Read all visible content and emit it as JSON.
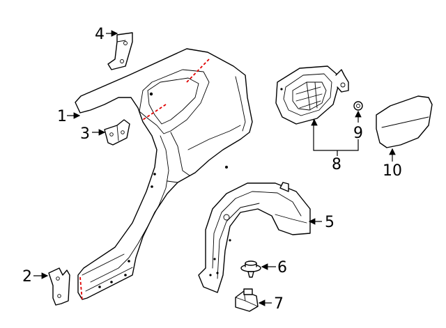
{
  "callouts": {
    "c1": "1",
    "c2": "2",
    "c3": "3",
    "c4": "4",
    "c5": "5",
    "c6": "6",
    "c7": "7",
    "c8": "8",
    "c9": "9",
    "c10": "10"
  },
  "colors": {
    "line": "#000000",
    "cut_line": "#e00000",
    "background": "#ffffff"
  }
}
